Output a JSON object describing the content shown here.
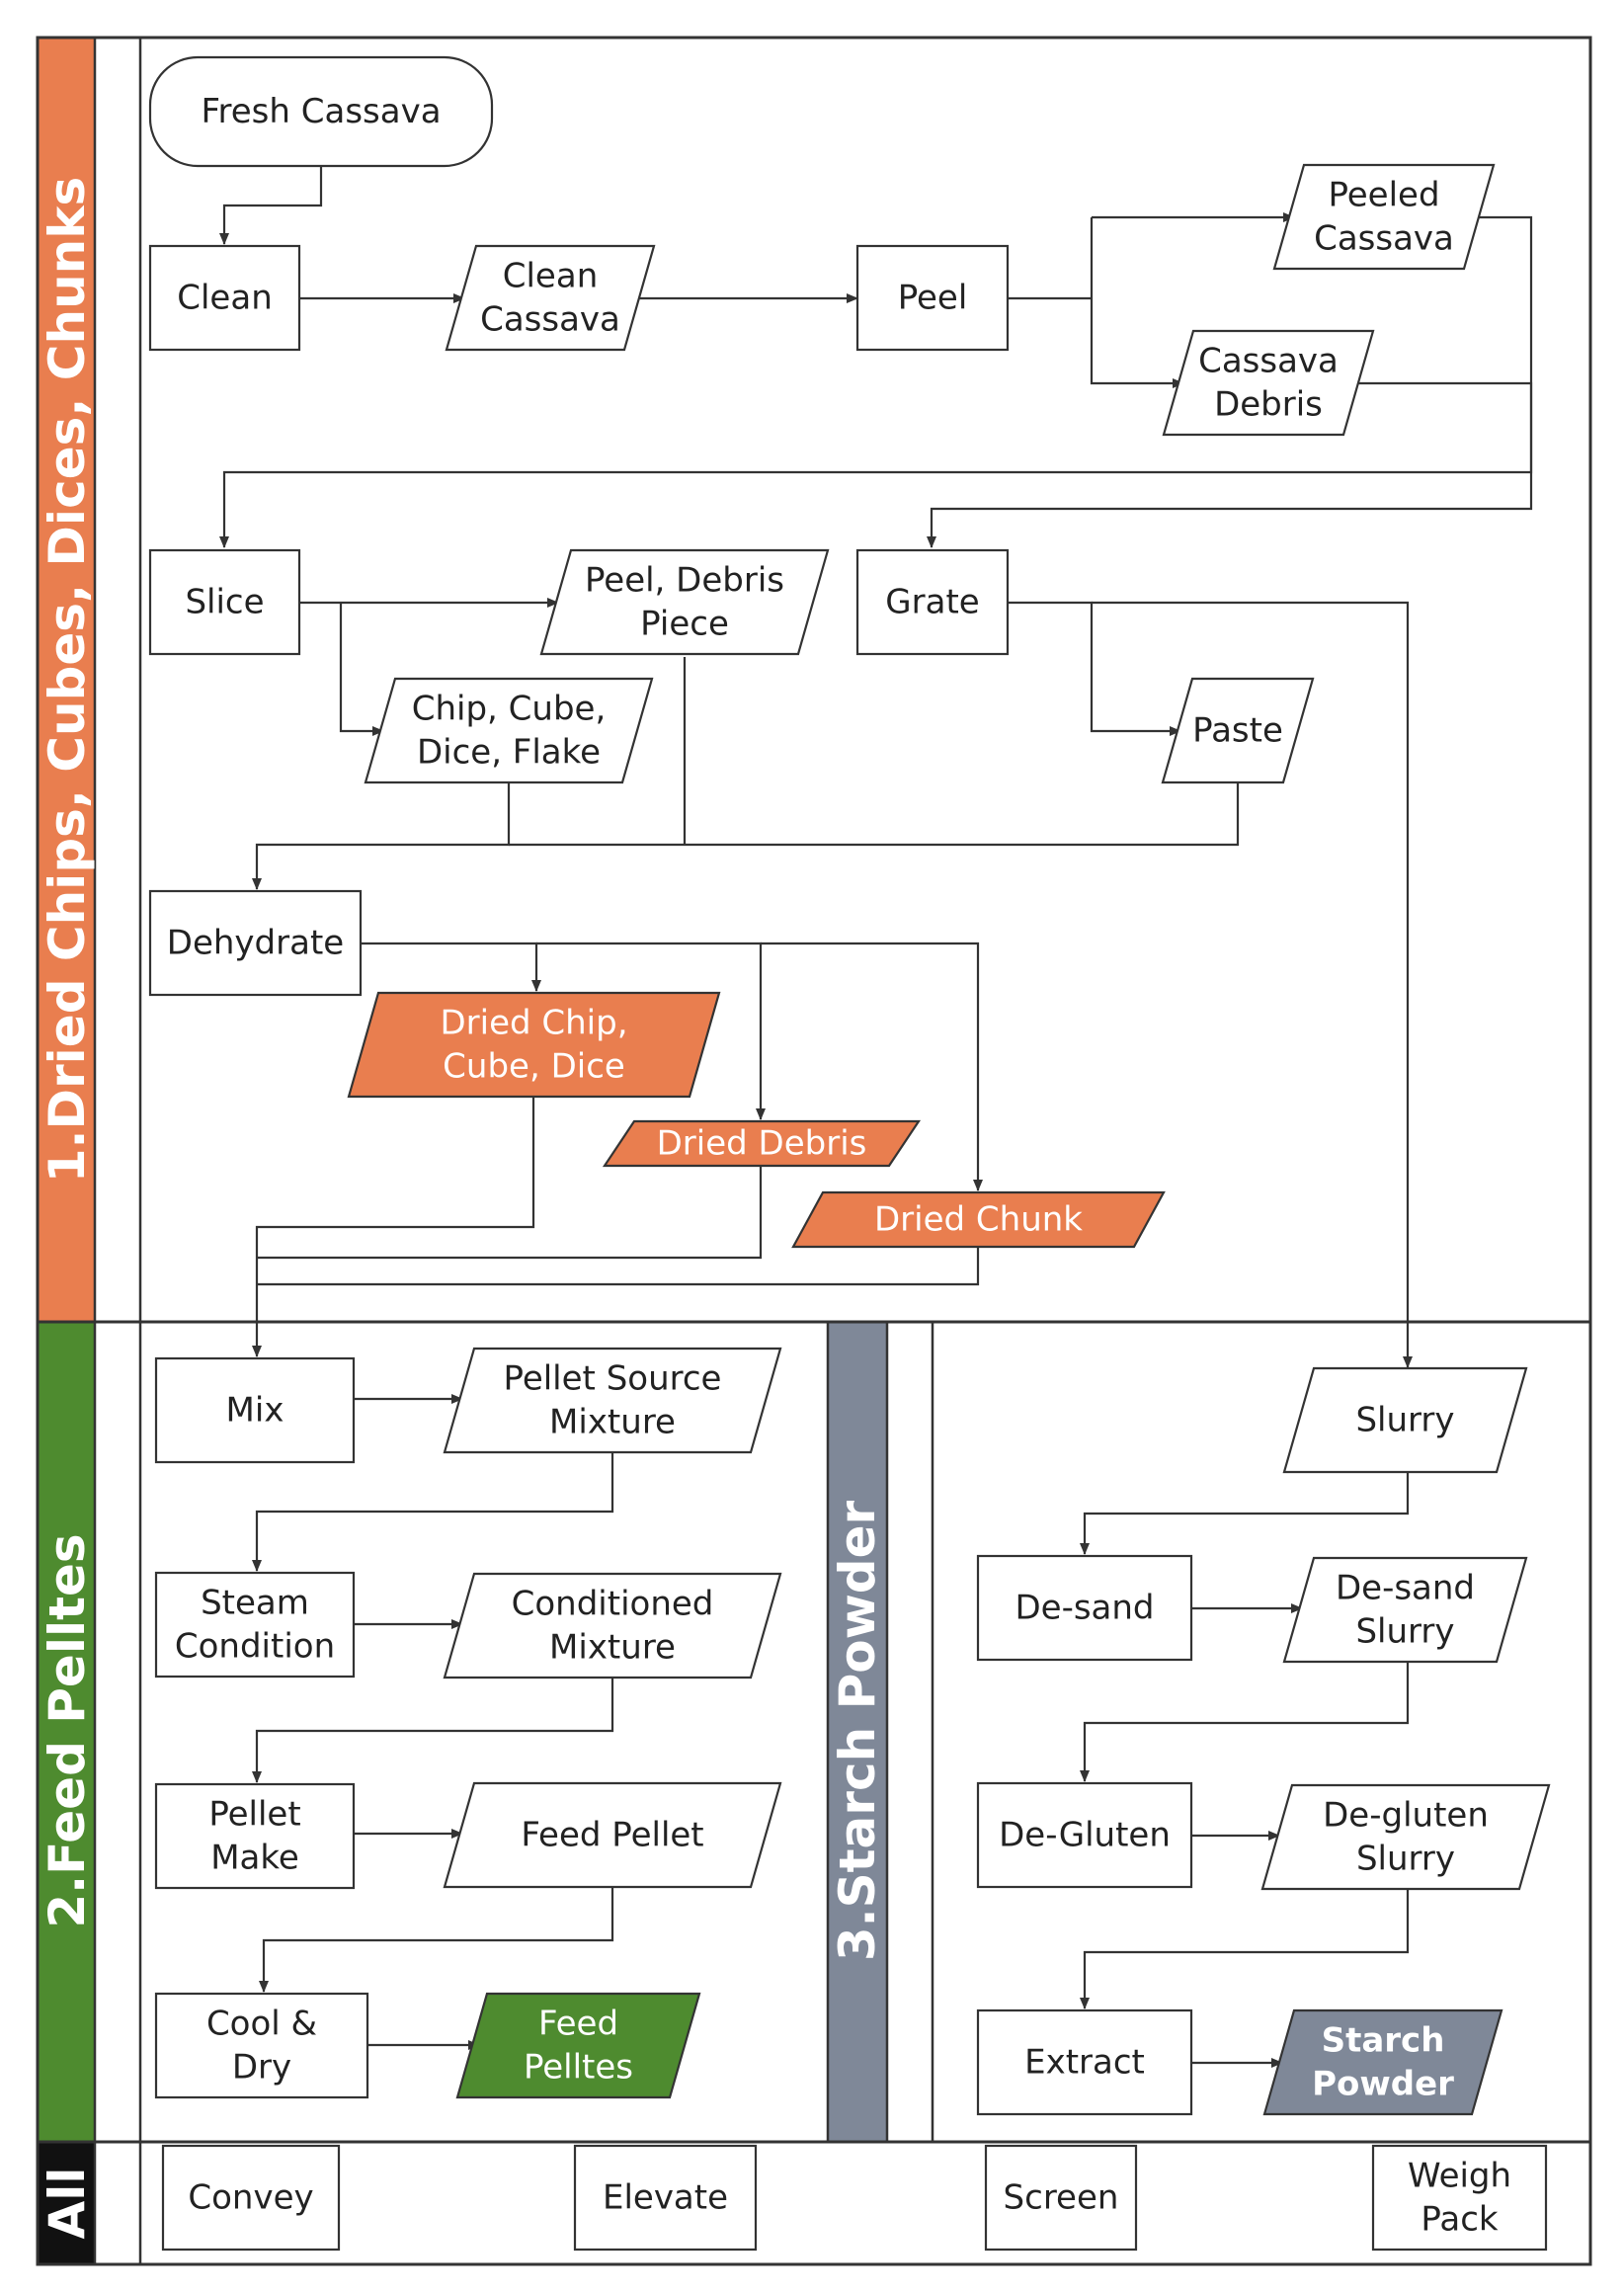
{
  "colors": {
    "lane_dried": "#e97e4f",
    "lane_feed": "#4e8b2f",
    "lane_starch": "#7f8898",
    "lane_all": "#111111",
    "line": "#333333",
    "text": "#222222",
    "text_on_fill": "#ffffff"
  },
  "lanes": {
    "dried": "1.Dried Chips, Cubes, Dices, Chunks",
    "feed": "2.Feed Pelltes",
    "starch": "3.Starch Powder",
    "all": "All"
  },
  "nodes": {
    "fresh_cassava": [
      "Fresh Cassava"
    ],
    "clean": [
      "Clean"
    ],
    "clean_cassava": [
      "Clean",
      "Cassava"
    ],
    "peel": [
      "Peel"
    ],
    "peeled_cassava": [
      "Peeled",
      "Cassava"
    ],
    "cassava_debris": [
      "Cassava",
      "Debris"
    ],
    "slice": [
      "Slice"
    ],
    "peel_debris_piece": [
      "Peel, Debris",
      "Piece"
    ],
    "chip_cube": [
      "Chip, Cube,",
      "Dice, Flake"
    ],
    "grate": [
      "Grate"
    ],
    "paste": [
      "Paste"
    ],
    "dehydrate": [
      "Dehydrate"
    ],
    "dried_chip": [
      "Dried Chip,",
      "Cube, Dice"
    ],
    "dried_debris": [
      "Dried Debris"
    ],
    "dried_chunk": [
      "Dried Chunk"
    ],
    "mix": [
      "Mix"
    ],
    "pellet_source": [
      "Pellet Source",
      "Mixture"
    ],
    "steam_condition": [
      "Steam",
      "Condition"
    ],
    "conditioned_mixture": [
      "Conditioned",
      "Mixture"
    ],
    "pellet_make": [
      "Pellet",
      "Make"
    ],
    "feed_pellet": [
      "Feed Pellet"
    ],
    "cool_dry": [
      "Cool &",
      "Dry"
    ],
    "feed_pelltes": [
      "Feed",
      "Pelltes"
    ],
    "slurry": [
      "Slurry"
    ],
    "de_sand": [
      "De-sand"
    ],
    "de_sand_slurry": [
      "De-sand",
      "Slurry"
    ],
    "de_gluten": [
      "De-Gluten"
    ],
    "de_gluten_slurry": [
      "De-gluten",
      "Slurry"
    ],
    "extract": [
      "Extract"
    ],
    "starch_powder": [
      "Starch",
      "Powder"
    ],
    "convey": [
      "Convey"
    ],
    "elevate": [
      "Elevate"
    ],
    "screen": [
      "Screen"
    ],
    "weigh_pack": [
      "Weigh",
      "Pack"
    ]
  }
}
